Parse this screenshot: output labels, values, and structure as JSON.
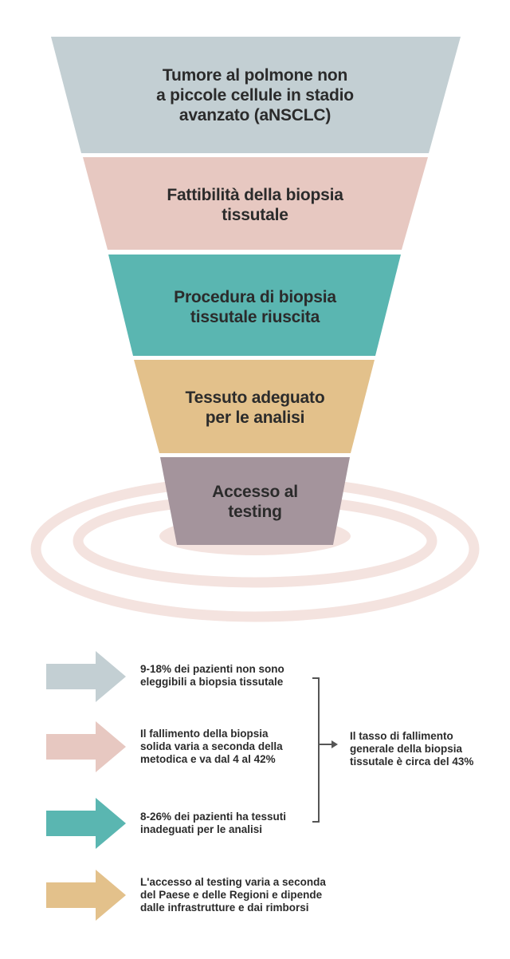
{
  "funnel": {
    "stages": [
      {
        "label": "Tumore al polmone non\na piccole cellule in stadio\navanzato (aNSCLC)",
        "color": "#c3cfd3"
      },
      {
        "label": "Fattibilità della biopsia\ntissutale",
        "color": "#e7c8c1"
      },
      {
        "label": "Procedura di biopsia\ntissutale riuscita",
        "color": "#5ab6b1"
      },
      {
        "label": "Tessuto adeguato\nper le analisi",
        "color": "#e3c18b"
      },
      {
        "label": "Accesso al\ntesting",
        "color": "#a4949c"
      }
    ],
    "ring_color": "#f4e3df"
  },
  "notes": [
    {
      "text": "9-18% dei pazienti non sono\neleggibili a biopsia tissutale",
      "arrow_color": "#c3cfd3",
      "icon": "arrow-right-icon"
    },
    {
      "text": "Il fallimento della biopsia\nsolida varia a seconda della\nmetodica e va dal 4 al 42%",
      "arrow_color": "#e7c8c1",
      "icon": "arrow-right-icon"
    },
    {
      "text": "8-26% dei pazienti ha tessuti\ninadeguati per le analisi",
      "arrow_color": "#5ab6b1",
      "icon": "arrow-right-icon"
    },
    {
      "text": "L'accesso al testing varia a seconda\ndel Paese e delle Regioni e dipende\ndalle infrastrutture e dai rimborsi",
      "arrow_color": "#e3c18b",
      "icon": "arrow-right-icon"
    }
  ],
  "summary": {
    "text": "Il tasso di fallimento\ngenerale della biopsia\ntissutale è circa del 43%"
  }
}
